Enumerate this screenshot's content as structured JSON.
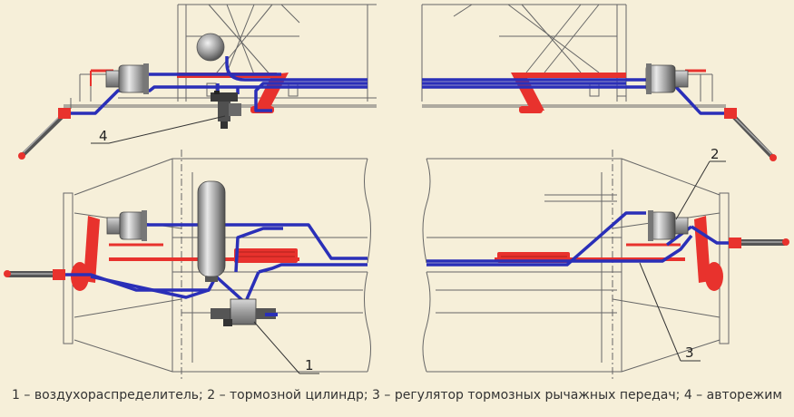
{
  "callouts": {
    "c1": "1",
    "c2": "2",
    "c3": "3",
    "c4": "4"
  },
  "caption": "1 – воздухораспределитель; 2 – тормозной цилиндр; 3 – регулятор тормозных рычажных передач; 4 – авторежим",
  "colors": {
    "background": "#f6efd9",
    "air_line": "#2a2fb8",
    "lever": "#e8322d",
    "frame": "#555555"
  }
}
